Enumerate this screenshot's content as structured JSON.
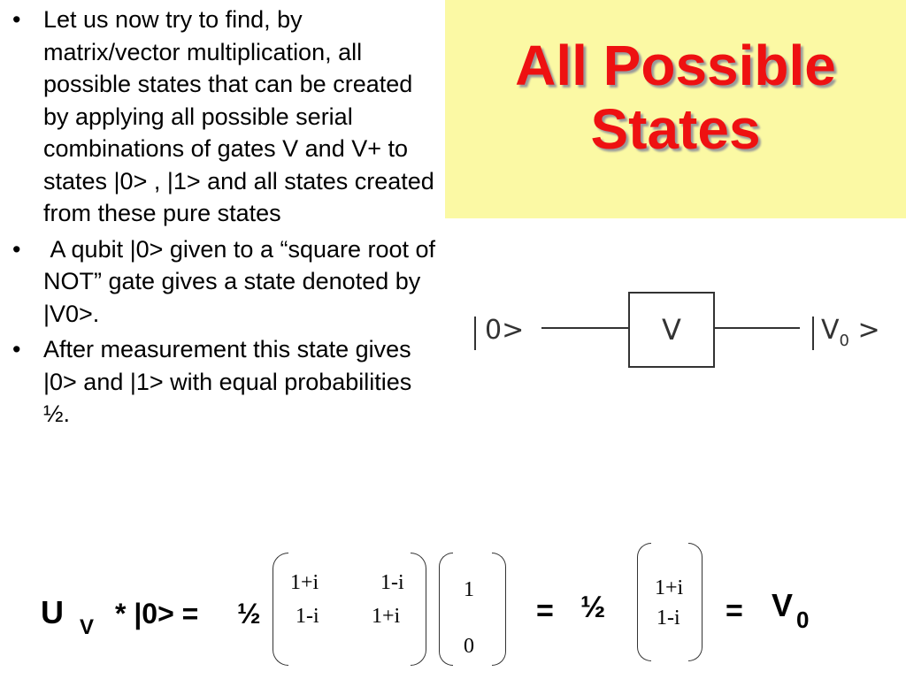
{
  "title": {
    "line1": "All Possible",
    "line2": "States"
  },
  "bullets": [
    {
      "marker": "•",
      "text": "Let us now try to find, by matrix/vector multiplication, all possible states that can be created by applying all possible serial combinations of gates V and V+ to states |0> , |1> and all states created from these pure states"
    },
    {
      "marker": "•",
      "text": " A qubit |0> given to a “square root of NOT” gate gives a state denoted by |V0>."
    },
    {
      "marker": "•",
      "text": "After measurement this state gives |0> and |1> with equal probabilities ½."
    }
  ],
  "circuit": {
    "input": "0>",
    "gate": "V",
    "output_main": "V",
    "output_sub": "0",
    "output_tail": " >"
  },
  "equation": {
    "lhs_u": "U",
    "lhs_u_sub": "V",
    "lhs_rest": "* |0> =",
    "half1": "½",
    "m11": "1+i",
    "m12": "1-i",
    "m21": "1-i",
    "m22": "1+i",
    "v1": "1",
    "v2": "0",
    "eq1": "=",
    "half2": "½",
    "r1": "1+i",
    "r2": "1-i",
    "eq2": "=",
    "res_main": "V",
    "res_sub": "0"
  }
}
